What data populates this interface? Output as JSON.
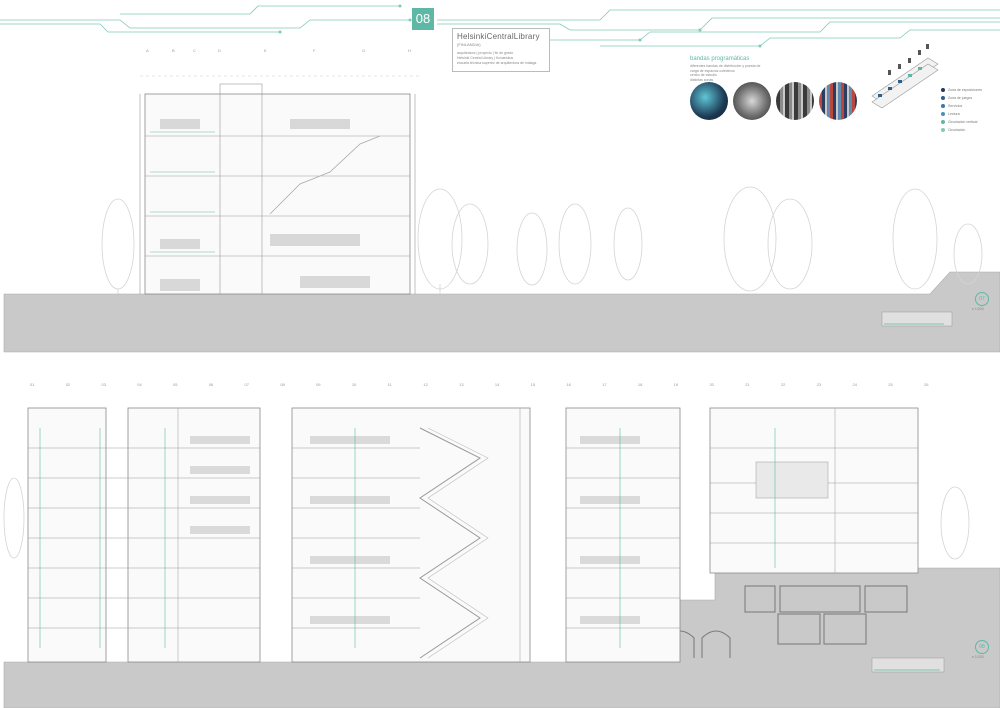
{
  "header": {
    "sheet_number": "08",
    "project_title": "HelsinkiCentralLibrary",
    "project_subtitle": "(FINLANDIA)",
    "info_lines": [
      "arquitectura | proyecto | fin de grado",
      "Helsinki Central Library | Kuvaeskus",
      "escuela técnica superior de arquitectura de málaga"
    ]
  },
  "program": {
    "title": "bandas programáticas",
    "description_lines": [
      "diferentes bandas de distribución y puesta de",
      "carga de espacios colectivos",
      "centro de estudio",
      "distintas zonas"
    ],
    "photos": [
      "photo-1",
      "photo-2",
      "photo-3",
      "photo-4"
    ],
    "legend": [
      {
        "label": "Zona de exposiciones",
        "color": "#1e3a5f"
      },
      {
        "label": "Zona de juegos",
        "color": "#2c5f8a"
      },
      {
        "label": "Servicios",
        "color": "#3b78a8"
      },
      {
        "label": "Lectura",
        "color": "#4a90c0"
      },
      {
        "label": "Circulación vertical",
        "color": "#5fb8a6"
      },
      {
        "label": "Circulación",
        "color": "#7fcab8"
      }
    ]
  },
  "sections": {
    "upper_label": "07",
    "upper_scale": "e 1/200",
    "lower_label": "08",
    "lower_scale": "e 1/200",
    "upper_axis": [
      "A",
      "B",
      "C",
      "D",
      "E",
      "F",
      "G",
      "H"
    ],
    "lower_axis": [
      "01",
      "02",
      "03",
      "04",
      "05",
      "06",
      "07",
      "08",
      "09",
      "10",
      "11",
      "12",
      "13",
      "14",
      "15",
      "16",
      "17",
      "18",
      "19",
      "20",
      "21",
      "22",
      "23",
      "24",
      "25",
      "26"
    ]
  },
  "colors": {
    "accent": "#5fb8a6",
    "ground": "#c9c9c9",
    "line": "#9a9a9a"
  }
}
